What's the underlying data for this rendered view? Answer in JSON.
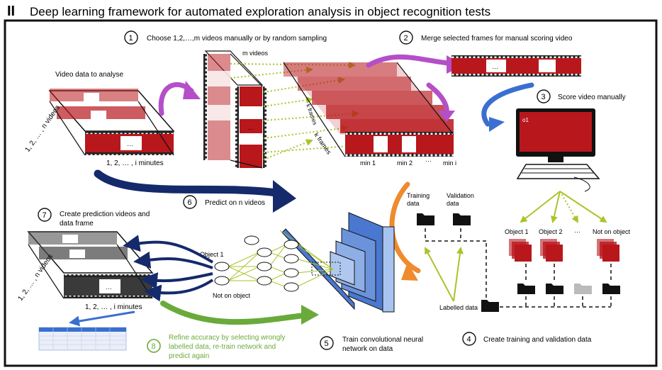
{
  "title": {
    "marker": "II",
    "text": "Deep learning framework for automated exploration analysis in object recognition tests"
  },
  "steps": [
    {
      "num": "1",
      "text": "Choose 1,2,…,m videos manually or by random sampling"
    },
    {
      "num": "2",
      "text": "Merge selected frames for manual scoring video"
    },
    {
      "num": "3",
      "text": "Score video manually"
    },
    {
      "num": "4",
      "text": "Create training and validation data"
    },
    {
      "num": "5",
      "line1": "Train convolutional neural",
      "line2": "network on data"
    },
    {
      "num": "6",
      "text": "Predict on n videos"
    },
    {
      "num": "7",
      "line1": "Create prediction videos and",
      "line2": "data frame"
    },
    {
      "num": "8",
      "line1": "Refine accuracy by selecting wrongly",
      "line2": "labelled data, re-train network and",
      "line3": "predict again"
    }
  ],
  "labels": {
    "video_data": "Video data to analyse",
    "n_videos": "1, 2, … , n videos",
    "i_minutes": "1, 2, … , i minutes",
    "m_videos": "m videos",
    "k_frames": "k frames",
    "min1": "min 1",
    "min2": "min 2",
    "ellipsis": "···",
    "mini": "min i",
    "training_data": "Training\ndata",
    "training_1": "Training",
    "training_2": "data",
    "validation_1": "Validation",
    "validation_2": "data",
    "object1": "Object  1",
    "object2": "Object 2",
    "not_on_object": "Not on object",
    "labelled_data": "Labelled data",
    "nn_object1": "Object 1",
    "nn_not_on_object": "Not on object",
    "screen_label": "o1",
    "dots": "…"
  },
  "colors": {
    "video_red": "#b8171c",
    "purple_arrow": "#b44fc9",
    "blue_arrow": "#3a6fd1",
    "navy_arrow": "#142a6b",
    "orange_arrow": "#ef8a2e",
    "green_arrow": "#6aaa3a",
    "yellow_green": "#a8c52a",
    "cnn_blue": "#4a78d0",
    "refine_text": "#6aaa3a"
  }
}
